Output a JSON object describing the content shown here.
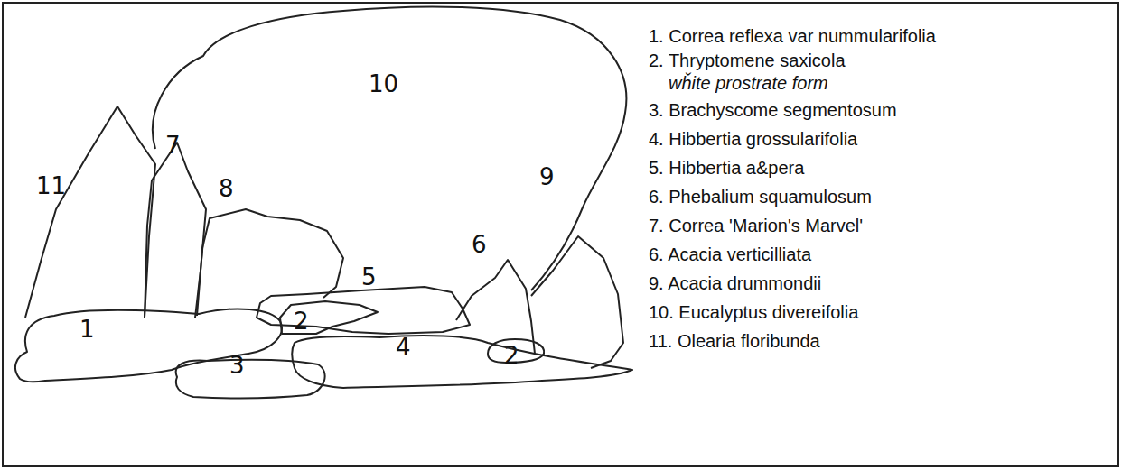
{
  "diagram": {
    "nodes": [
      {
        "text": [
          "10"
        ]
      },
      {
        "text": [
          "7"
        ]
      },
      {
        "text": [
          "11"
        ]
      },
      {
        "text": [
          "8"
        ]
      },
      {
        "text": [
          "9"
        ]
      },
      {
        "text": [
          "6"
        ]
      },
      {
        "text": [
          "5"
        ]
      },
      {
        "text": [
          "2"
        ]
      },
      {
        "text": [
          "1"
        ]
      },
      {
        "text": [
          "2"
        ]
      },
      {
        "text": [
          "4"
        ]
      },
      {
        "text": [
          "3"
        ]
      }
    ],
    "labels": [
      "1. Correa reflexa var nummularifolia",
      "2. Thryptomene saxicola",
      "wȟite prostrate form",
      "3. Brachyscome segmentosum",
      "4. Hibbertia grossularifolia",
      "5. Hibbertia a&pera",
      "6. Phebalium squamulosum",
      "7. Correa 'Marion's Marvel'",
      "6. Acacia verticilliata",
      "9. Acacia drummondii",
      "10. Eucalyptus divereifolia",
      "11. Olearia floribunda"
    ]
  }
}
